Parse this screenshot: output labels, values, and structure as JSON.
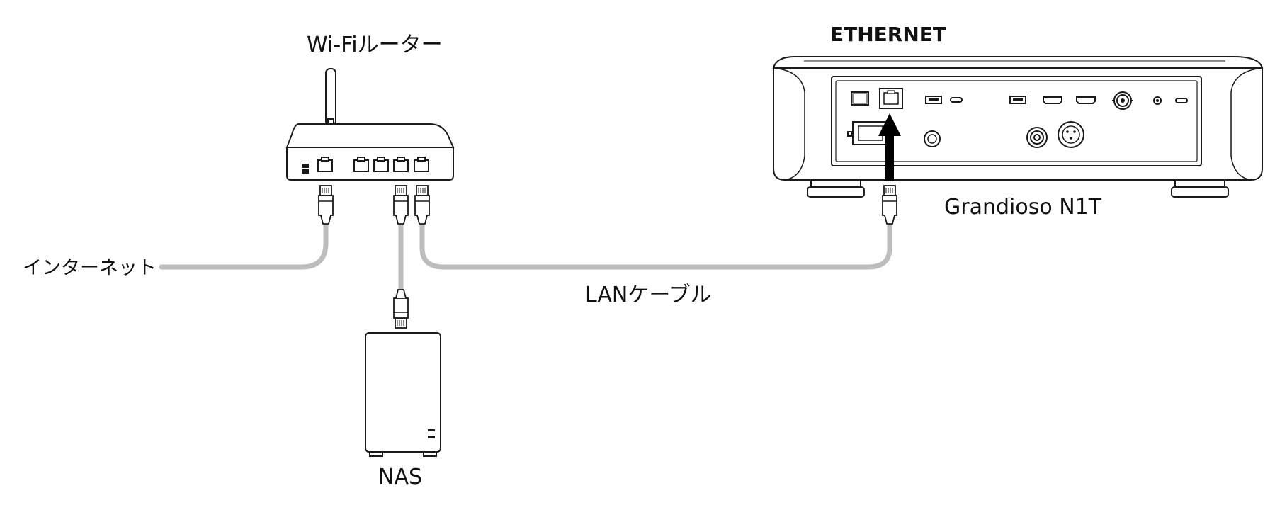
{
  "labels": {
    "router": "Wi-Fiルーター",
    "internet": "インターネット",
    "nas": "NAS",
    "lan_cable": "LANケーブル",
    "ethernet": "ETHERNET",
    "device": "Grandioso N1T"
  },
  "colors": {
    "cable": "#bdbdbd",
    "line": "#1a1a1a",
    "arrow": "#000000",
    "background": "#ffffff"
  }
}
